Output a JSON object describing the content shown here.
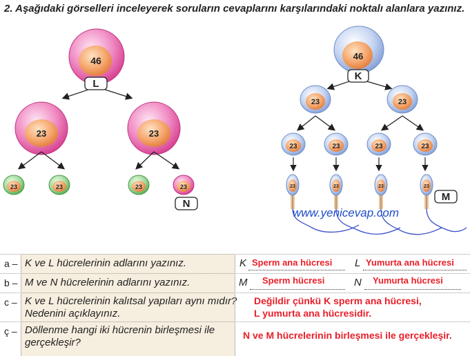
{
  "title": "2. Aşağıdaki görselleri inceleyerek soruların cevaplarını karşılarındaki noktalı alanlara yazınız.",
  "diagram_left": {
    "top_cell": "46",
    "top_label": "L",
    "mid_cells": [
      "23",
      "23"
    ],
    "bottom_cells": [
      "23",
      "23",
      "23",
      "23"
    ],
    "bottom_label": "N"
  },
  "diagram_right": {
    "top_cell": "46",
    "top_label": "K",
    "mid_cells": [
      "23",
      "23"
    ],
    "lower_cells": [
      "23",
      "23",
      "23",
      "23"
    ],
    "sperm_cells": [
      "23",
      "23",
      "23",
      "23"
    ],
    "sperm_label": "M",
    "watermark": "www.yenicevap.com"
  },
  "questions": [
    {
      "label": "a –",
      "text": "K ve L hücrelerinin adlarını yazınız.",
      "answers": [
        {
          "letter": "K",
          "answer": "Sperm ana hücresi"
        },
        {
          "letter": "L",
          "answer": "Yumurta ana hücresi"
        }
      ]
    },
    {
      "label": "b –",
      "text": "M ve N hücrelerinin adlarını yazınız.",
      "answers": [
        {
          "letter": "M",
          "answer": "Sperm hücresi"
        },
        {
          "letter": "N",
          "answer": "Yumurta hücresi"
        }
      ]
    },
    {
      "label": "c –",
      "text_line1": "K ve L hücrelerinin kalıtsal yapıları aynı mıdır?",
      "text_line2": "Nedenini açıklayınız.",
      "answer_line1": "Değildir çünkü K sperm ana hücresi,",
      "answer_line2": "L yumurta ana hücresidir."
    },
    {
      "label": "ç –",
      "text_line1": "Döllenme hangi iki hücrenin birleşmesi ile",
      "text_line2": "gerçekleşir?",
      "answer": "N ve M hücrelerinin birleşmesi ile gerçekleşir."
    }
  ],
  "colors": {
    "pink_outer": "#e64d9e",
    "orange_nucleus": "#f2a064",
    "blue_outer": "#8fb0e0",
    "green_outer": "#6fbf6a",
    "answer_red": "#e8202a",
    "row_bg": "#f6eedf",
    "tail_blue": "#3a4fc8"
  }
}
